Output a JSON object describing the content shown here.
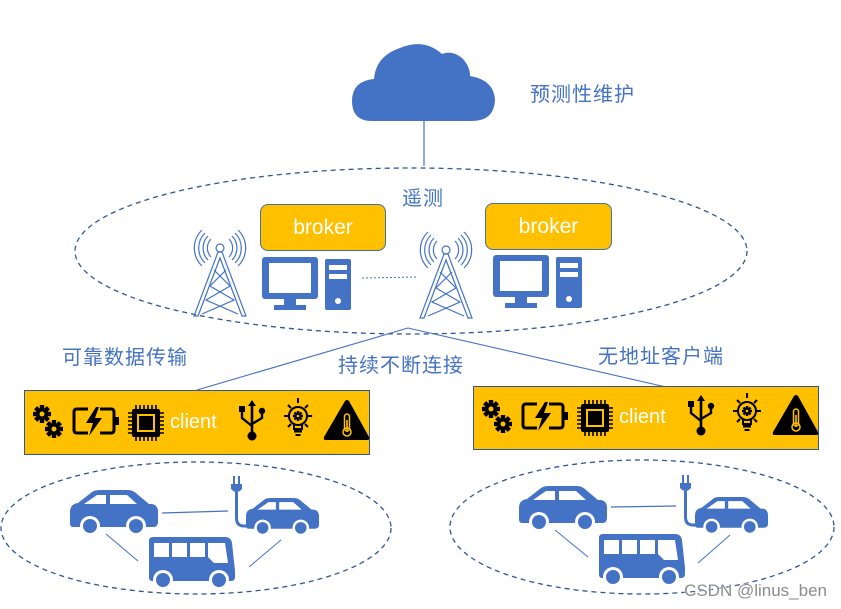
{
  "diagram": {
    "title_cloud": "预测性维护",
    "telemetry_label": "遥测",
    "broker_left": "broker",
    "broker_right": "broker",
    "left_link_label": "可靠数据传输",
    "middle_link_label": "持续不断连接",
    "right_link_label": "无地址客户端",
    "client_left": "client",
    "client_right": "client",
    "client_icons": [
      "gears-icon",
      "battery-charging-icon",
      "chip-icon",
      "usb-icon",
      "lightbulb-gear-icon",
      "temperature-warning-icon"
    ],
    "vehicle_groups": [
      {
        "vehicles": [
          "car",
          "electric-car",
          "bus"
        ]
      },
      {
        "vehicles": [
          "car",
          "electric-car",
          "bus"
        ]
      }
    ],
    "colors": {
      "primary_blue": "#4472C4",
      "broker_fill": "#FFC000",
      "client_fill": "#FFC000",
      "icon_black": "#000000"
    }
  },
  "watermark": "CSDN @linus_ben"
}
